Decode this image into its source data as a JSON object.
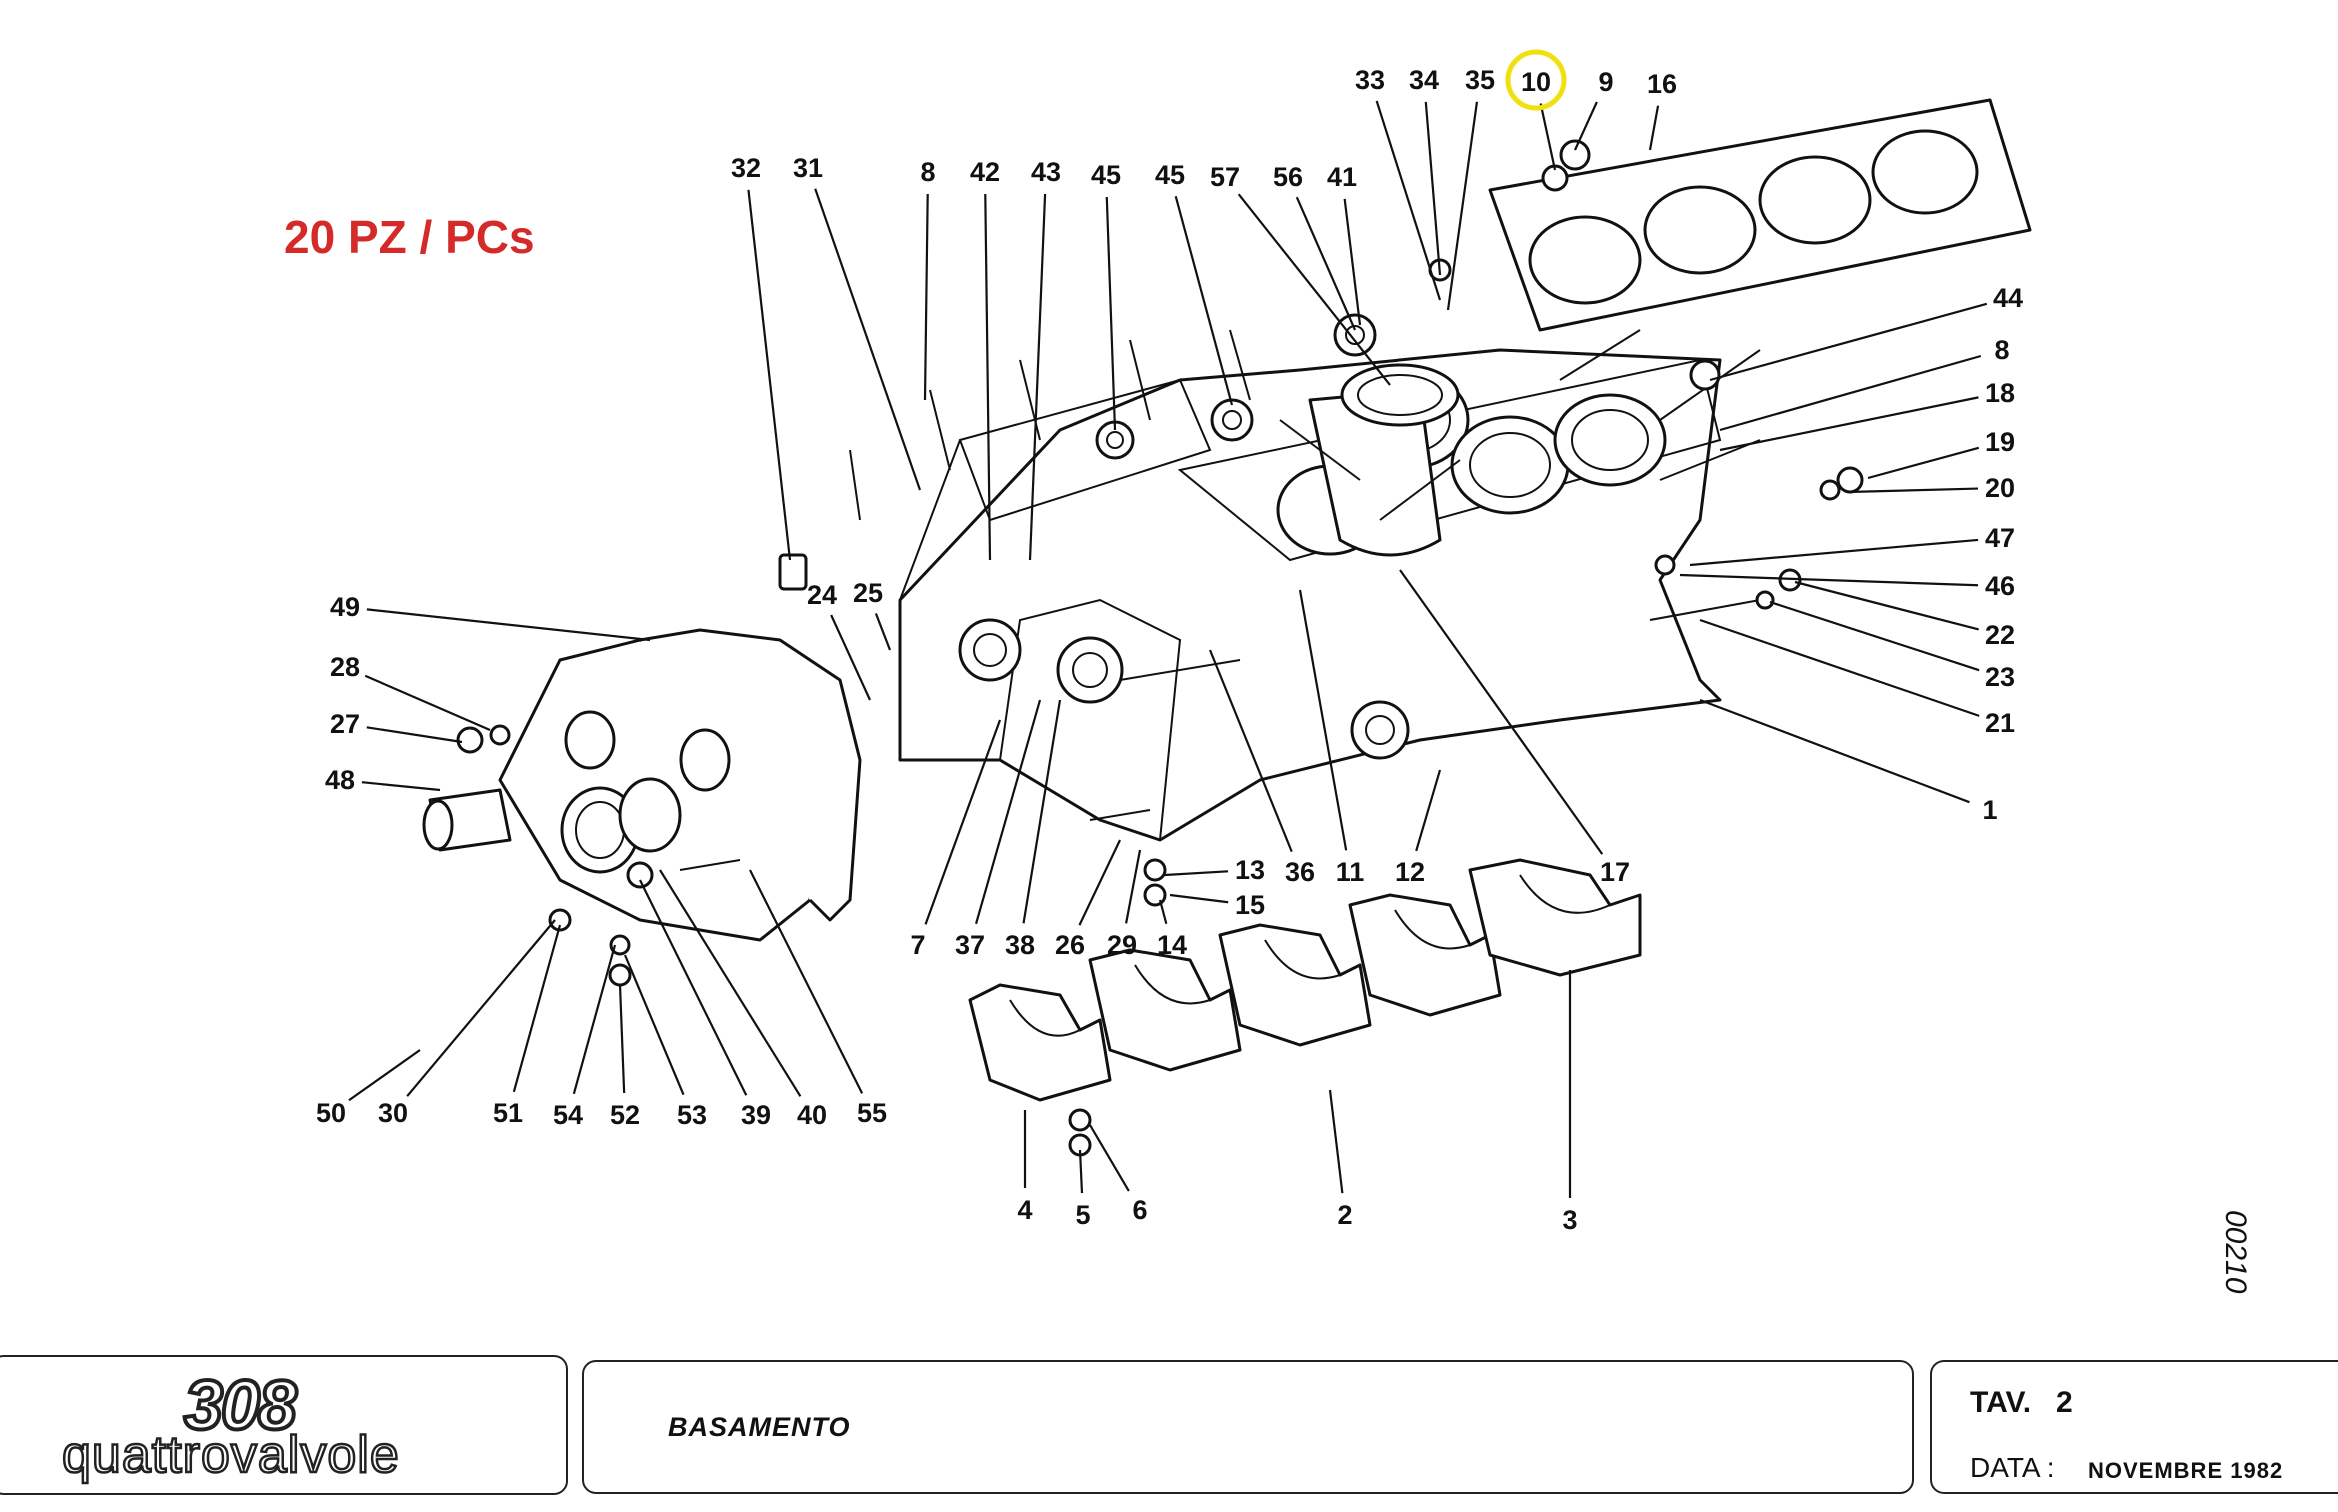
{
  "quantity_note": "20 PZ / PCs",
  "logo": {
    "model": "308",
    "wordmark": "quattrovalvole"
  },
  "sheet": {
    "title": "BASAMENTO",
    "tav_label": "TAV.",
    "tav_number": "2",
    "date_label": "DATA :",
    "date_value": "NOVEMBRE   1982"
  },
  "drawing_code": "00210",
  "highlight": {
    "part": "10",
    "color": "#f0e010"
  },
  "accent_color": "#d42a2a",
  "callouts": [
    "1",
    "2",
    "3",
    "4",
    "5",
    "6",
    "7",
    "8",
    "8",
    "9",
    "10",
    "11",
    "12",
    "13",
    "14",
    "15",
    "16",
    "17",
    "18",
    "19",
    "20",
    "21",
    "22",
    "23",
    "24",
    "25",
    "26",
    "27",
    "28",
    "29",
    "30",
    "31",
    "32",
    "33",
    "34",
    "35",
    "36",
    "37",
    "38",
    "39",
    "40",
    "41",
    "42",
    "43",
    "44",
    "45",
    "45",
    "46",
    "47",
    "48",
    "49",
    "50",
    "51",
    "52",
    "53",
    "54",
    "55",
    "56",
    "57"
  ]
}
